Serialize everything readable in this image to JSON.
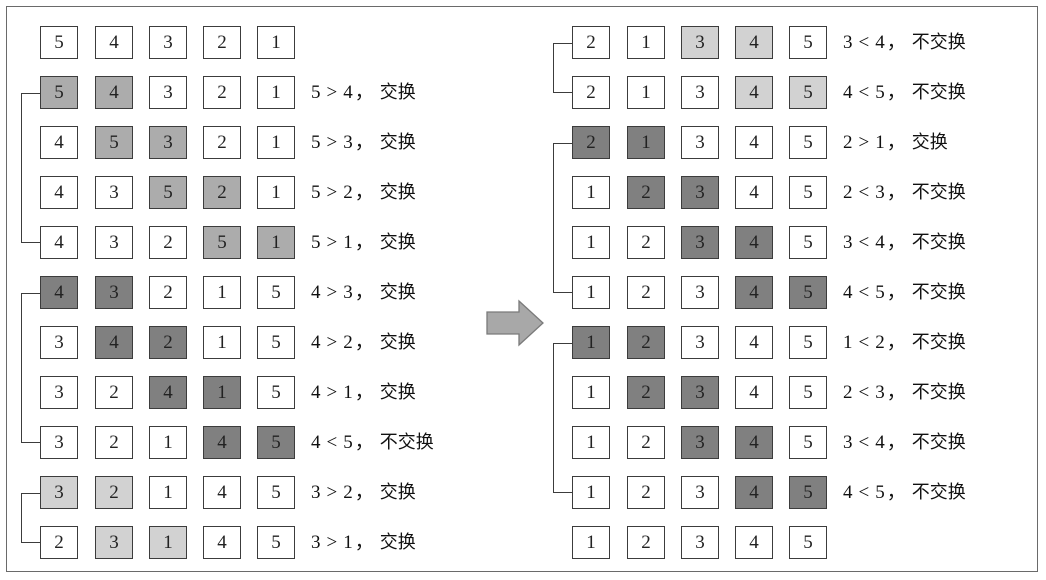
{
  "passes": {
    "left": [
      {
        "cells": [
          "5",
          "4",
          "3",
          "2",
          "1"
        ],
        "shade": [
          0,
          0,
          0,
          0,
          0
        ],
        "cmp": "",
        "op": "",
        "cmp2": "",
        "verb": ""
      },
      {
        "cells": [
          "5",
          "4",
          "3",
          "2",
          "1"
        ],
        "shade": [
          2,
          2,
          0,
          0,
          0
        ],
        "cmp": "5",
        "op": ">",
        "cmp2": "4",
        "verb": "交换"
      },
      {
        "cells": [
          "4",
          "5",
          "3",
          "2",
          "1"
        ],
        "shade": [
          0,
          2,
          2,
          0,
          0
        ],
        "cmp": "5",
        "op": ">",
        "cmp2": "3",
        "verb": "交换"
      },
      {
        "cells": [
          "4",
          "3",
          "5",
          "2",
          "1"
        ],
        "shade": [
          0,
          0,
          2,
          2,
          0
        ],
        "cmp": "5",
        "op": ">",
        "cmp2": "2",
        "verb": "交换"
      },
      {
        "cells": [
          "4",
          "3",
          "2",
          "5",
          "1"
        ],
        "shade": [
          0,
          0,
          0,
          2,
          2
        ],
        "cmp": "5",
        "op": ">",
        "cmp2": "1",
        "verb": "交换"
      },
      {
        "cells": [
          "4",
          "3",
          "2",
          "1",
          "5"
        ],
        "shade": [
          3,
          3,
          0,
          0,
          0
        ],
        "cmp": "4",
        "op": ">",
        "cmp2": "3",
        "verb": "交换"
      },
      {
        "cells": [
          "3",
          "4",
          "2",
          "1",
          "5"
        ],
        "shade": [
          0,
          3,
          3,
          0,
          0
        ],
        "cmp": "4",
        "op": ">",
        "cmp2": "2",
        "verb": "交换"
      },
      {
        "cells": [
          "3",
          "2",
          "4",
          "1",
          "5"
        ],
        "shade": [
          0,
          0,
          3,
          3,
          0
        ],
        "cmp": "4",
        "op": ">",
        "cmp2": "1",
        "verb": "交换"
      },
      {
        "cells": [
          "3",
          "2",
          "1",
          "4",
          "5"
        ],
        "shade": [
          0,
          0,
          0,
          3,
          3
        ],
        "cmp": "4",
        "op": "<",
        "cmp2": "5",
        "verb": "不交换"
      },
      {
        "cells": [
          "3",
          "2",
          "1",
          "4",
          "5"
        ],
        "shade": [
          1,
          1,
          0,
          0,
          0
        ],
        "cmp": "3",
        "op": ">",
        "cmp2": "2",
        "verb": "交换"
      },
      {
        "cells": [
          "2",
          "3",
          "1",
          "4",
          "5"
        ],
        "shade": [
          0,
          1,
          1,
          0,
          0
        ],
        "cmp": "3",
        "op": ">",
        "cmp2": "1",
        "verb": "交换"
      }
    ],
    "right": [
      {
        "cells": [
          "2",
          "1",
          "3",
          "4",
          "5"
        ],
        "shade": [
          0,
          0,
          1,
          1,
          0
        ],
        "cmp": "3",
        "op": "<",
        "cmp2": "4",
        "verb": "不交换"
      },
      {
        "cells": [
          "2",
          "1",
          "3",
          "4",
          "5"
        ],
        "shade": [
          0,
          0,
          0,
          1,
          1
        ],
        "cmp": "4",
        "op": "<",
        "cmp2": "5",
        "verb": "不交换"
      },
      {
        "cells": [
          "2",
          "1",
          "3",
          "4",
          "5"
        ],
        "shade": [
          3,
          3,
          0,
          0,
          0
        ],
        "cmp": "2",
        "op": ">",
        "cmp2": "1",
        "verb": "交换"
      },
      {
        "cells": [
          "1",
          "2",
          "3",
          "4",
          "5"
        ],
        "shade": [
          0,
          3,
          3,
          0,
          0
        ],
        "cmp": "2",
        "op": "<",
        "cmp2": "3",
        "verb": "不交换"
      },
      {
        "cells": [
          "1",
          "2",
          "3",
          "4",
          "5"
        ],
        "shade": [
          0,
          0,
          3,
          3,
          0
        ],
        "cmp": "3",
        "op": "<",
        "cmp2": "4",
        "verb": "不交换"
      },
      {
        "cells": [
          "1",
          "2",
          "3",
          "4",
          "5"
        ],
        "shade": [
          0,
          0,
          0,
          3,
          3
        ],
        "cmp": "4",
        "op": "<",
        "cmp2": "5",
        "verb": "不交换"
      },
      {
        "cells": [
          "1",
          "2",
          "3",
          "4",
          "5"
        ],
        "shade": [
          3,
          3,
          0,
          0,
          0
        ],
        "cmp": "1",
        "op": "<",
        "cmp2": "2",
        "verb": "不交换"
      },
      {
        "cells": [
          "1",
          "2",
          "3",
          "4",
          "5"
        ],
        "shade": [
          0,
          3,
          3,
          0,
          0
        ],
        "cmp": "2",
        "op": "<",
        "cmp2": "3",
        "verb": "不交换"
      },
      {
        "cells": [
          "1",
          "2",
          "3",
          "4",
          "5"
        ],
        "shade": [
          0,
          0,
          3,
          3,
          0
        ],
        "cmp": "3",
        "op": "<",
        "cmp2": "4",
        "verb": "不交换"
      },
      {
        "cells": [
          "1",
          "2",
          "3",
          "4",
          "5"
        ],
        "shade": [
          0,
          0,
          0,
          3,
          3
        ],
        "cmp": "4",
        "op": "<",
        "cmp2": "5",
        "verb": "不交换"
      },
      {
        "cells": [
          "1",
          "2",
          "3",
          "4",
          "5"
        ],
        "shade": [
          0,
          0,
          0,
          0,
          0
        ],
        "cmp": "",
        "op": "",
        "cmp2": "",
        "verb": ""
      }
    ]
  },
  "groups": {
    "left": [
      [
        1,
        4
      ],
      [
        5,
        8
      ],
      [
        9,
        10
      ]
    ],
    "right": [
      [
        0,
        1
      ],
      [
        2,
        5
      ],
      [
        6,
        9
      ]
    ]
  },
  "separator": "，",
  "colors": {
    "border": "#3c3c3c",
    "shade_light": "#d2d2d2",
    "shade_mid": "#acacac",
    "shade_dark": "#808080",
    "arrow": "#a8a8a8"
  },
  "icons": {
    "transition": "right-arrow-icon"
  }
}
